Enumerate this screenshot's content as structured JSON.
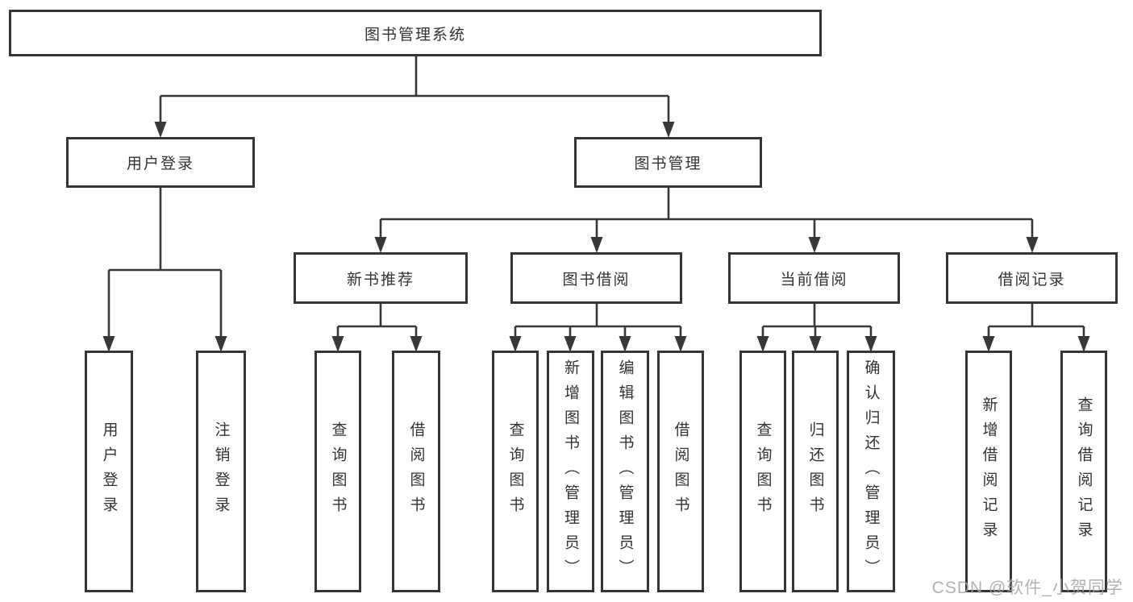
{
  "tree": {
    "root": "图书管理系统",
    "branches": [
      {
        "label": "用户登录",
        "children": [
          "用户登录",
          "注销登录"
        ]
      },
      {
        "label": "图书管理",
        "children": [
          {
            "label": "新书推荐",
            "children": [
              "查询图书",
              "借阅图书"
            ]
          },
          {
            "label": "图书借阅",
            "children": [
              "查询图书",
              "新增图书（管理员）",
              "编辑图书（管理员）",
              "借阅图书"
            ]
          },
          {
            "label": "当前借阅",
            "children": [
              "查询图书",
              "归还图书",
              "确认归还（管理员）"
            ]
          },
          {
            "label": "借阅记录",
            "children": [
              "新增借阅记录",
              "查询借阅记录"
            ]
          }
        ]
      }
    ]
  },
  "watermark": "CSDN @软件_小贺同学",
  "colors": {
    "line": "#383838",
    "box_border": "#353535",
    "text": "#333333",
    "watermark": "#a4a4a4",
    "background": "#ffffff"
  }
}
